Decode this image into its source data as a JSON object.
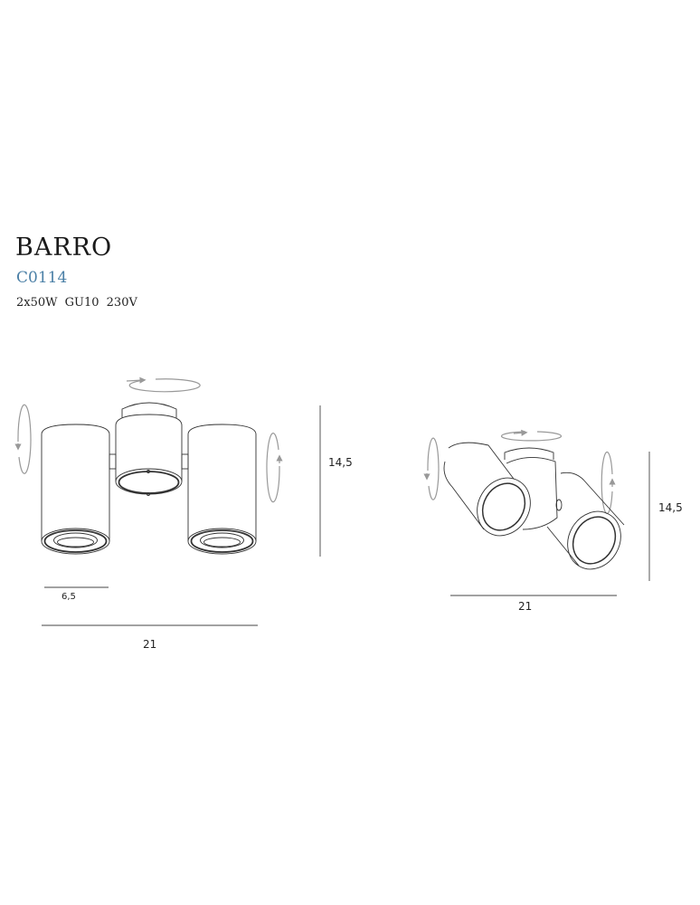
{
  "product": {
    "name": "BARRO",
    "code": "C0114",
    "specs": "2x50W  GU10  230V"
  },
  "front_view": {
    "height_label": "14,5",
    "width_label": "21",
    "head_width_label": "6,5"
  },
  "perspective_view": {
    "height_label": "14,5",
    "width_label": "21"
  },
  "colors": {
    "code": "#4a7fa6",
    "arrow": "#999999",
    "line": "#333333"
  }
}
